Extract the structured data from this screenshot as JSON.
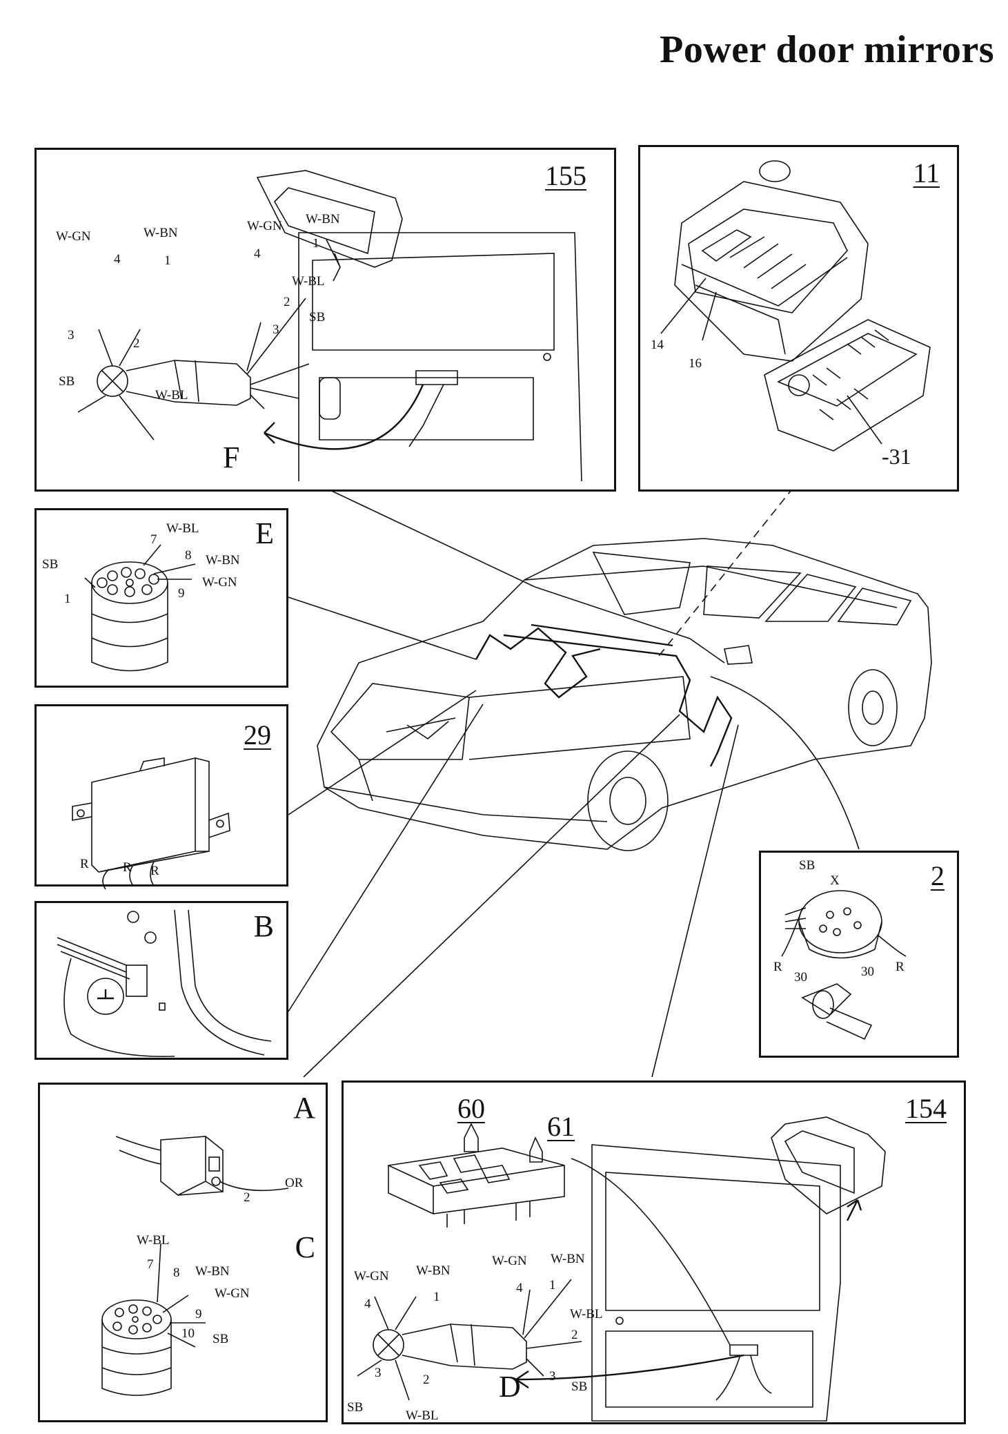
{
  "title": "Power door mirrors",
  "panels": {
    "p155": {
      "number": "155",
      "letter": "F",
      "labels": {
        "wgn_a": "W-GN",
        "wbn_a": "W-BN",
        "n4_a": "4",
        "n1_a": "1",
        "n3_a": "3",
        "n2_a": "2",
        "sb_a": "SB",
        "wbl_a": "W-BL",
        "wgn_b": "W-GN",
        "wbn_b": "W-BN",
        "n4_b": "4",
        "n1_b": "1",
        "wbl_b": "W-BL",
        "n2_b": "2",
        "sb_b": "SB",
        "n3_b": "3"
      }
    },
    "p11": {
      "number": "11",
      "labels": {
        "n14": "14",
        "n16": "16",
        "n31": "-31"
      }
    },
    "pE": {
      "letter": "E",
      "labels": {
        "n7": "7",
        "wbl": "W-BL",
        "n8": "8",
        "wbn": "W-BN",
        "sb": "SB",
        "wgn": "W-GN",
        "n9": "9",
        "n1": "1"
      }
    },
    "p29": {
      "number": "29",
      "labels": {
        "r1": "R",
        "r2": "R",
        "r3": "R"
      }
    },
    "pB": {
      "letter": "B"
    },
    "p2": {
      "number": "2",
      "labels": {
        "sb": "SB",
        "x": "X",
        "r_l": "R",
        "n30_l": "30",
        "n30_r": "30",
        "r_r": "R"
      }
    },
    "pAC": {
      "letterA": "A",
      "letterC": "C",
      "labels": {
        "n2": "2",
        "or": "OR",
        "wbl": "W-BL",
        "n7": "7",
        "n8": "8",
        "wbn": "W-BN",
        "wgn": "W-GN",
        "n9": "9",
        "n10": "10",
        "sb": "SB"
      }
    },
    "p154": {
      "number": "154",
      "n60": "60",
      "n61": "61",
      "letter": "D",
      "labels": {
        "wgn_a": "W-GN",
        "wbn_a": "W-BN",
        "n4_a": "4",
        "n1_a": "1",
        "n3_a": "3",
        "n2_a": "2",
        "sb_a": "SB",
        "wbl_a": "W-BL",
        "wgn_b": "W-GN",
        "wbn_b": "W-BN",
        "n4_b": "4",
        "n1_b": "1",
        "wbl_b": "W-BL",
        "n2_b": "2",
        "n3_b": "3",
        "sb_b": "SB"
      }
    }
  }
}
